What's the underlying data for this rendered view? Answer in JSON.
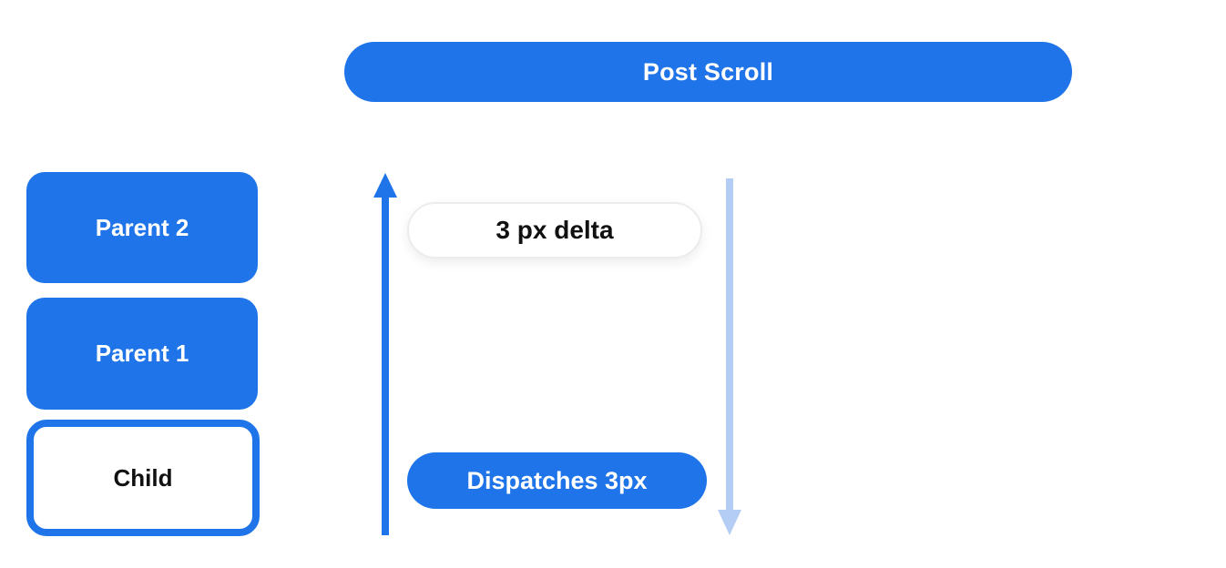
{
  "diagram": {
    "post_scroll_label": "Post Scroll",
    "nodes": [
      {
        "id": "parent2",
        "label": "Parent 2",
        "style": "filled"
      },
      {
        "id": "parent1",
        "label": "Parent 1",
        "style": "filled"
      },
      {
        "id": "child",
        "label": "Child",
        "style": "outlined"
      }
    ],
    "delta_label": "3 px delta",
    "dispatch_label": "Dispatches 3px",
    "icons": {
      "up_arrow": "up-arrow-icon",
      "down_arrow": "down-arrow-icon"
    }
  },
  "colors": {
    "primary_blue": "#1e74e8",
    "light_blue": "#b4cdf4",
    "text_on_blue": "#ffffff",
    "text_dark": "#111111",
    "pill_border": "#ececec",
    "background": "#ffffff"
  }
}
